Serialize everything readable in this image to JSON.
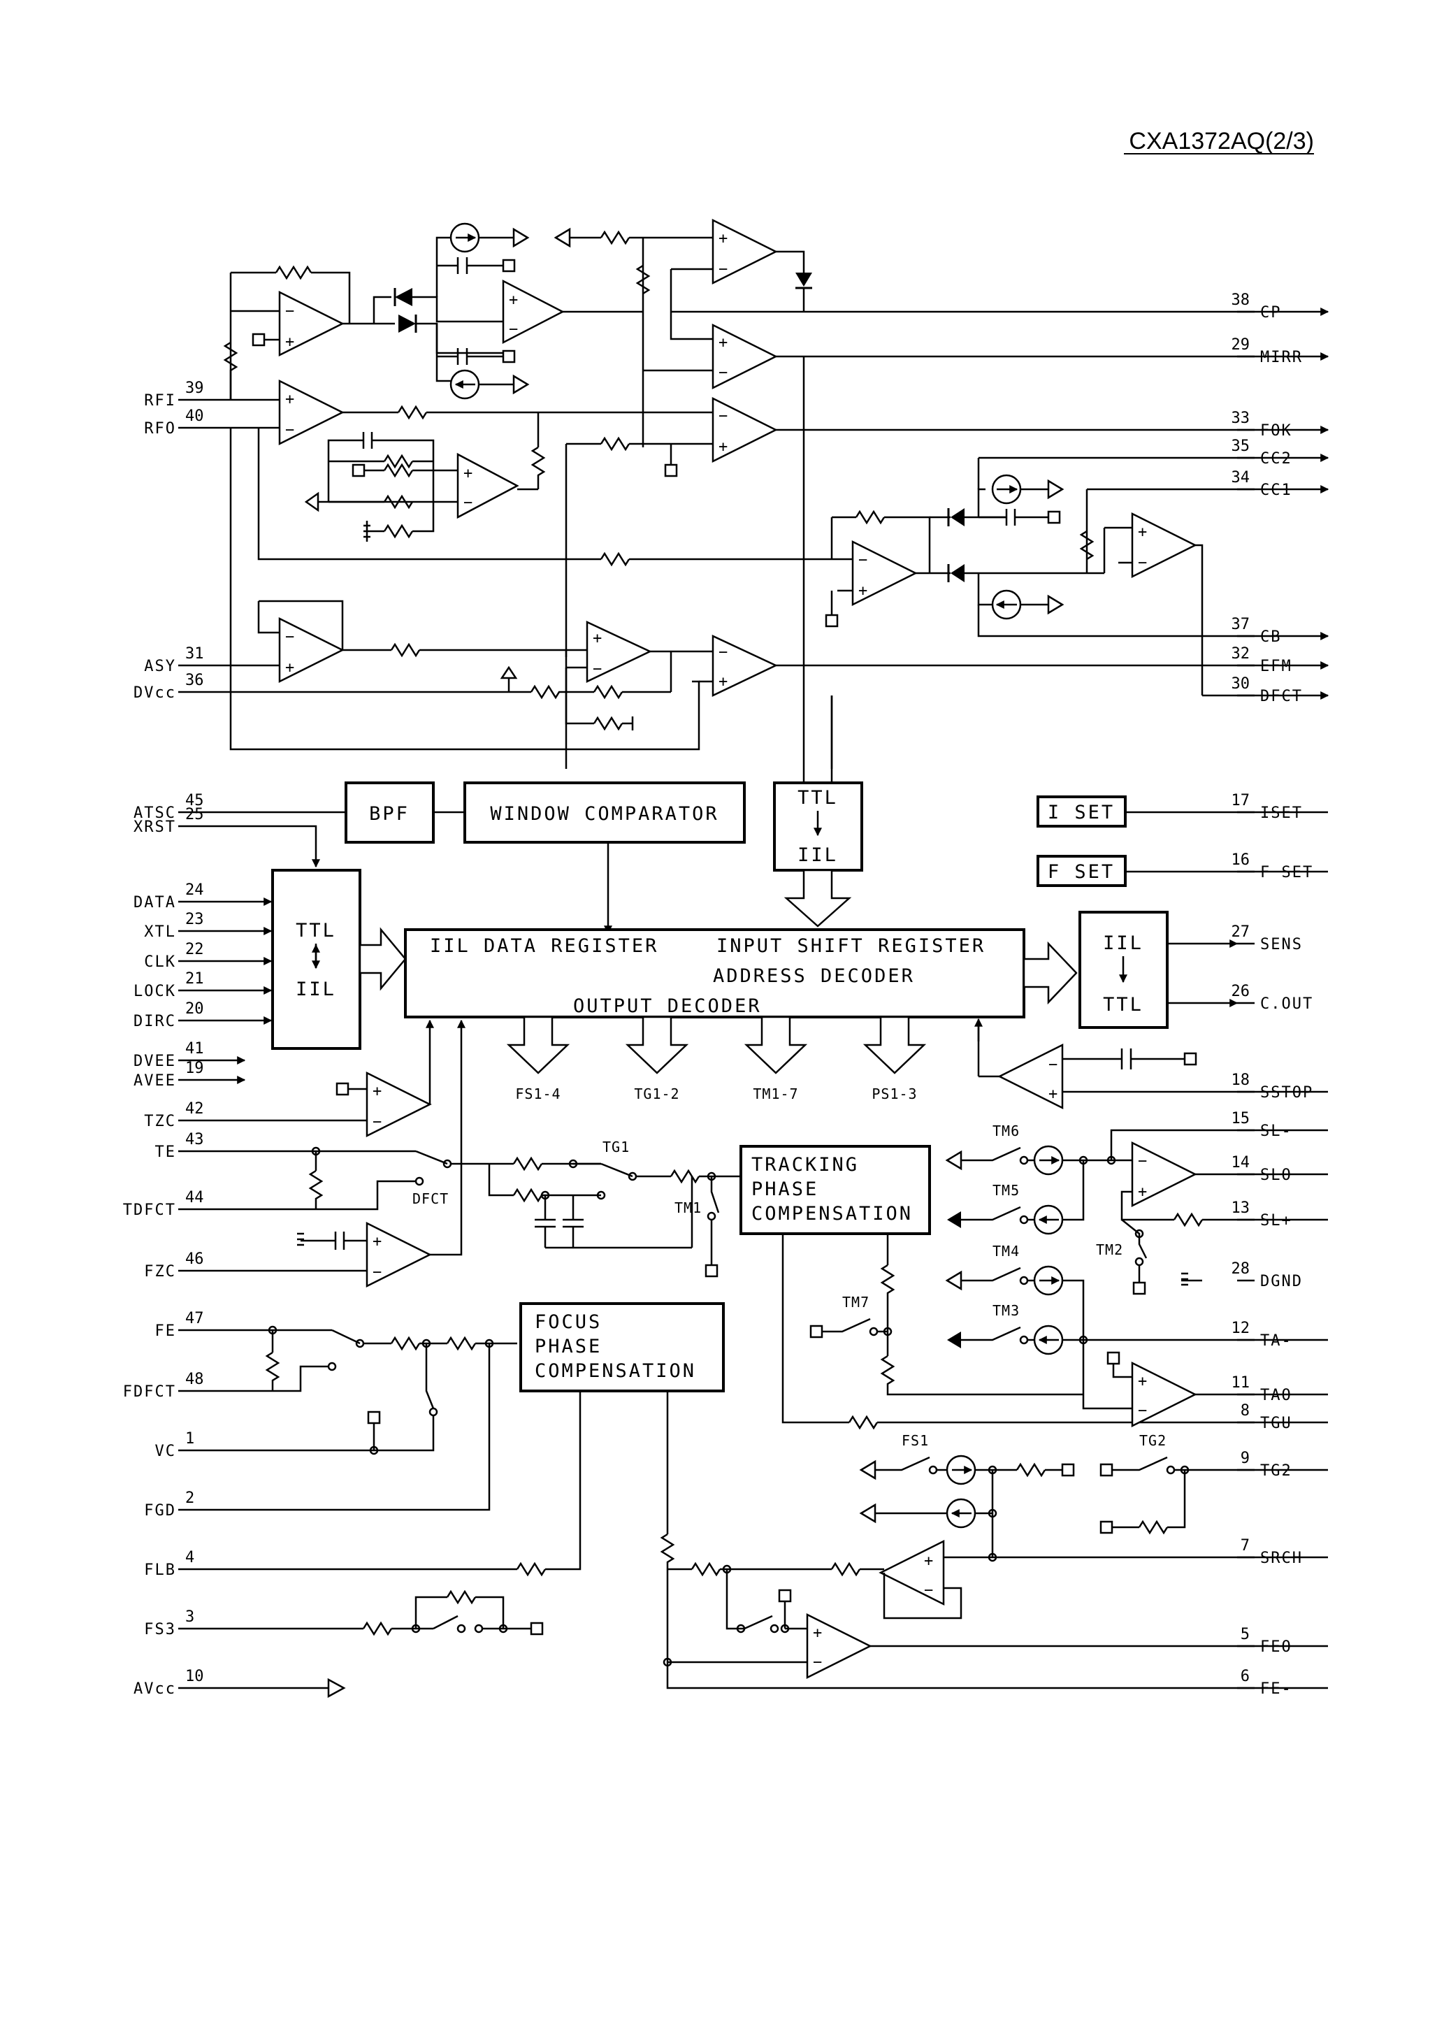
{
  "title": "CXA1372AQ(2/3)",
  "pins_left": [
    {
      "name": "RFI",
      "num": "39"
    },
    {
      "name": "RFO",
      "num": "40"
    },
    {
      "name": "ASY",
      "num": "31"
    },
    {
      "name": "DVcc",
      "num": "36"
    },
    {
      "name": "ATSC",
      "num": "45"
    },
    {
      "name": "XRST",
      "num": "25"
    },
    {
      "name": "DATA",
      "num": "24"
    },
    {
      "name": "XTL",
      "num": "23"
    },
    {
      "name": "CLK",
      "num": "22"
    },
    {
      "name": "LOCK",
      "num": "21"
    },
    {
      "name": "DIRC",
      "num": "20"
    },
    {
      "name": "DVEE",
      "num": "41"
    },
    {
      "name": "AVEE",
      "num": "19"
    },
    {
      "name": "TZC",
      "num": "42"
    },
    {
      "name": "TE",
      "num": "43"
    },
    {
      "name": "TDFCT",
      "num": "44"
    },
    {
      "name": "FZC",
      "num": "46"
    },
    {
      "name": "FE",
      "num": "47"
    },
    {
      "name": "FDFCT",
      "num": "48"
    },
    {
      "name": "VC",
      "num": "1"
    },
    {
      "name": "FGD",
      "num": "2"
    },
    {
      "name": "FLB",
      "num": "4"
    },
    {
      "name": "FS3",
      "num": "3"
    },
    {
      "name": "AVcc",
      "num": "10"
    }
  ],
  "pins_right": [
    {
      "name": "CP",
      "num": "38"
    },
    {
      "name": "MIRR",
      "num": "29"
    },
    {
      "name": "FOK",
      "num": "33"
    },
    {
      "name": "CC2",
      "num": "35"
    },
    {
      "name": "CC1",
      "num": "34"
    },
    {
      "name": "CB",
      "num": "37"
    },
    {
      "name": "EFM",
      "num": "32"
    },
    {
      "name": "DFCT",
      "num": "30"
    },
    {
      "name": "ISET",
      "num": "17"
    },
    {
      "name": "F SET",
      "num": "16"
    },
    {
      "name": "SENS",
      "num": "27"
    },
    {
      "name": "C.OUT",
      "num": "26"
    },
    {
      "name": "SSTOP",
      "num": "18"
    },
    {
      "name": "SL-",
      "num": "15"
    },
    {
      "name": "SLO",
      "num": "14"
    },
    {
      "name": "SL+",
      "num": "13"
    },
    {
      "name": "DGND",
      "num": "28"
    },
    {
      "name": "TA-",
      "num": "12"
    },
    {
      "name": "TAO",
      "num": "11"
    },
    {
      "name": "TGU",
      "num": "8"
    },
    {
      "name": "TG2",
      "num": "9"
    },
    {
      "name": "SRCH",
      "num": "7"
    },
    {
      "name": "FEO",
      "num": "5"
    },
    {
      "name": "FE-",
      "num": "6"
    }
  ],
  "blocks": {
    "bpf": "BPF",
    "window_comparator": "WINDOW COMPARATOR",
    "ttl_iil_top": [
      "TTL",
      "IIL"
    ],
    "iset": "I SET",
    "fset": "F SET",
    "ttl_iil_left": [
      "TTL",
      "IIL"
    ],
    "iil_ttl_right": [
      "IIL",
      "TTL"
    ],
    "register_line1_left": "IIL DATA REGISTER",
    "register_line1_right": "INPUT SHIFT REGISTER",
    "register_line2": "ADDRESS DECODER",
    "register_line3": "OUTPUT DECODER",
    "tracking_phase": [
      "TRACKING",
      "PHASE",
      "COMPENSATION"
    ],
    "focus_phase": [
      "FOCUS",
      "PHASE",
      "COMPENSATION"
    ]
  },
  "decoder_outputs": [
    "FS1-4",
    "TG1-2",
    "TM1-7",
    "PS1-3"
  ],
  "switch_labels": {
    "tg1": "TG1",
    "tm1": "TM1",
    "dfct": "DFCT",
    "tm6": "TM6",
    "tm5": "TM5",
    "tm4": "TM4",
    "tm3": "TM3",
    "tm2": "TM2",
    "tm7": "TM7",
    "fs1": "FS1",
    "tg2": "TG2"
  }
}
